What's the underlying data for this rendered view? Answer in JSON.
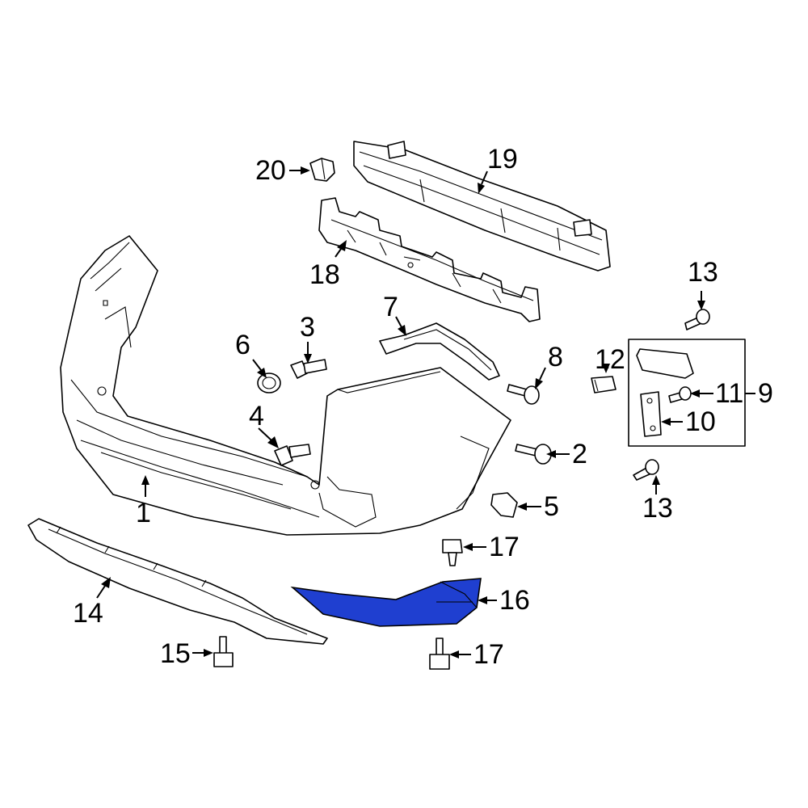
{
  "callouts": [
    {
      "id": "1",
      "label": "1"
    },
    {
      "id": "2",
      "label": "2"
    },
    {
      "id": "3",
      "label": "3"
    },
    {
      "id": "4",
      "label": "4"
    },
    {
      "id": "5",
      "label": "5"
    },
    {
      "id": "6",
      "label": "6"
    },
    {
      "id": "7",
      "label": "7"
    },
    {
      "id": "8",
      "label": "8"
    },
    {
      "id": "9",
      "label": "9"
    },
    {
      "id": "10",
      "label": "10"
    },
    {
      "id": "11",
      "label": "11"
    },
    {
      "id": "12",
      "label": "12"
    },
    {
      "id": "13a",
      "label": "13"
    },
    {
      "id": "13b",
      "label": "13"
    },
    {
      "id": "14",
      "label": "14"
    },
    {
      "id": "15",
      "label": "15"
    },
    {
      "id": "16",
      "label": "16"
    },
    {
      "id": "17a",
      "label": "17"
    },
    {
      "id": "17b",
      "label": "17"
    },
    {
      "id": "18",
      "label": "18"
    },
    {
      "id": "19",
      "label": "19"
    },
    {
      "id": "20",
      "label": "20"
    }
  ],
  "colors": {
    "highlight": "#1f3fd0",
    "line": "#000000",
    "background": "#ffffff"
  },
  "highlighted_part": "16"
}
